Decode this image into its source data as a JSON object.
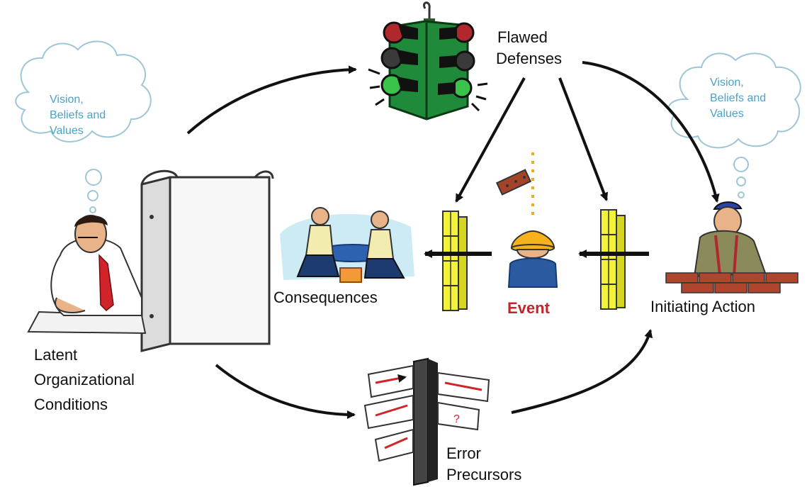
{
  "diagram": {
    "left_cloud": {
      "line1": "Vision,",
      "line2": "Beliefs and",
      "line3": "Values"
    },
    "right_cloud": {
      "line1": "Vision,",
      "line2": "Beliefs and",
      "line3": "Values"
    },
    "flawed_defenses": {
      "line1": "Flawed",
      "line2": "Defenses"
    },
    "consequences": "Consequences",
    "event": "Event",
    "initiating_action": "Initiating Action",
    "latent_conditions": {
      "line1": "Latent",
      "line2": "Organizational",
      "line3": "Conditions"
    },
    "error_precursors": {
      "line1": "Error",
      "line2": "Precursors"
    },
    "colors": {
      "event_text": "#c0272d",
      "cloud_text": "#4aa3c7",
      "traffic_light_body": "#1f8a3a",
      "barrier": "#f2f23a",
      "arrow": "#111111"
    },
    "icons": [
      "thinking-cloud-icon",
      "traffic-light-icon",
      "binder-icon",
      "businessman-icon",
      "paramedics-icon",
      "barrier-wall-icon",
      "hardhat-worker-icon",
      "falling-brick-icon",
      "bricklayer-icon",
      "signpost-icon"
    ]
  }
}
